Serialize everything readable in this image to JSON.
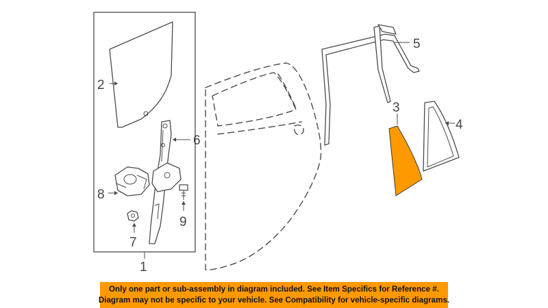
{
  "diagram": {
    "highlight_color": "#ff9900",
    "callouts": {
      "c1": "1",
      "c2": "2",
      "c3": "3",
      "c4": "4",
      "c5": "5",
      "c6": "6",
      "c7": "7",
      "c8": "8",
      "c9": "9"
    }
  },
  "notice": {
    "line1": "Only one part or sub-assembly in diagram included. See Item Specifics for Reference #.",
    "line2": "Diagram may not be specific to your vehicle. See Compatibility for vehicle-specific diagrams."
  }
}
